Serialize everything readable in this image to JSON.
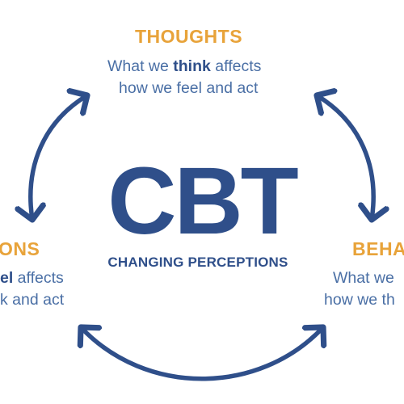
{
  "colors": {
    "accent_orange": "#e8a33a",
    "navy": "#2f4f8a",
    "text_blue": "#4a6fa5",
    "background": "#ffffff"
  },
  "center": {
    "title": "CBT",
    "subtitle": "CHANGING PERCEPTIONS"
  },
  "thoughts": {
    "heading": "THOUGHTS",
    "line1_before": "What we ",
    "line1_bold": "think",
    "line1_after": " affects",
    "line2": "how we feel and act"
  },
  "emotions": {
    "heading": "ONS",
    "line1_bold": "el",
    "line1_after": " affects",
    "line2": "k and act"
  },
  "behaviours": {
    "heading": "BEHA",
    "line1": "What we",
    "line2": "how we th"
  },
  "arrows": [
    {
      "name": "arrow-thoughts-emotions",
      "icon": "double-headed-curved-arrow"
    },
    {
      "name": "arrow-thoughts-behaviours",
      "icon": "double-headed-curved-arrow"
    },
    {
      "name": "arrow-emotions-behaviours",
      "icon": "double-headed-curved-arrow"
    }
  ]
}
